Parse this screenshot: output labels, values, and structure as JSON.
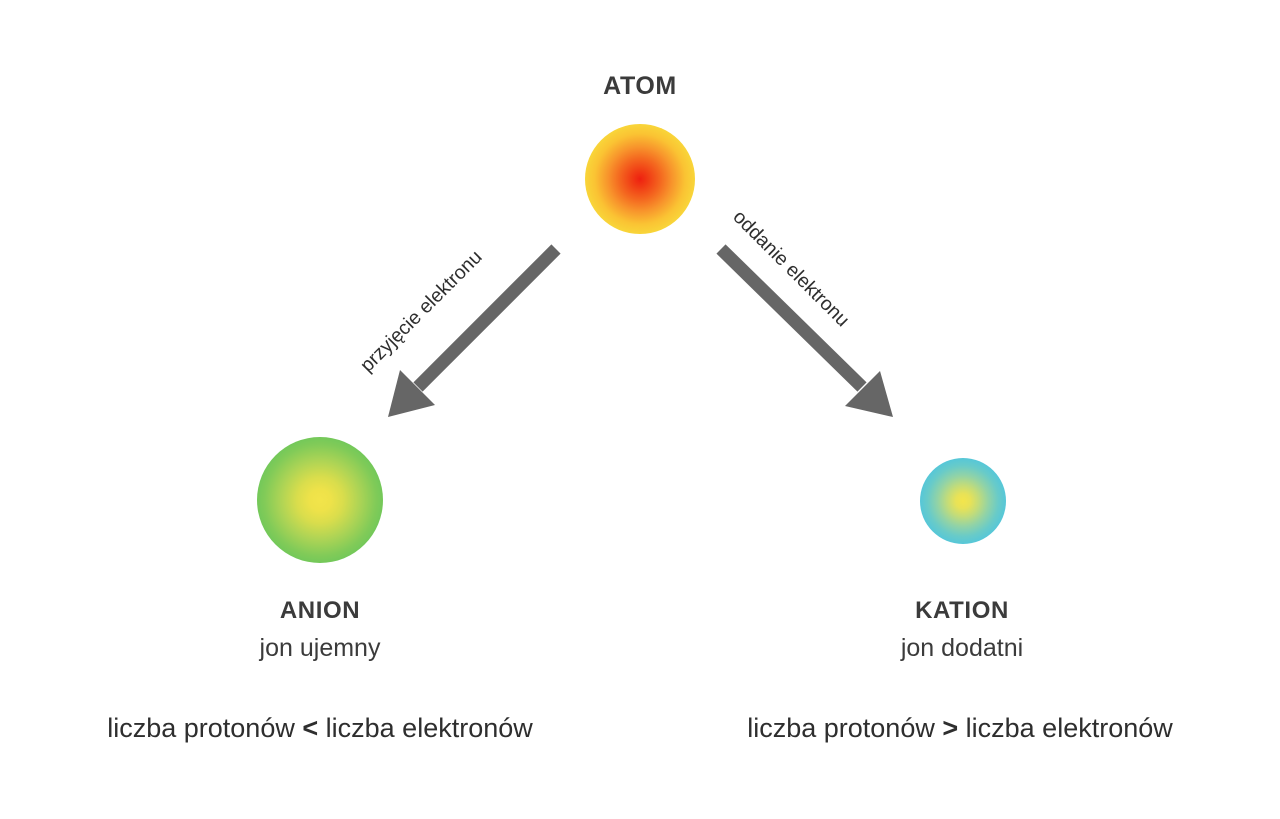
{
  "diagram": {
    "background_color": "#ffffff",
    "arrow_color": "#666666",
    "text_color": "#2e2e2e",
    "heading_color": "#3b3b3b"
  },
  "atom": {
    "title": "ATOM",
    "sphere_center_color": "#ee2010",
    "sphere_edge_color": "#f2e76a"
  },
  "arrows": {
    "left": {
      "label": "przyjęcie elektronu",
      "from": "atom",
      "to": "anion"
    },
    "right": {
      "label": "oddanie elektronu",
      "from": "atom",
      "to": "kation"
    }
  },
  "anion": {
    "title": "ANION",
    "subtitle": "jon ujemny",
    "sphere_center_color": "#f2e44a",
    "sphere_edge_color": "#56c25c",
    "relation": {
      "left_term": "liczba protonów",
      "operator": "<",
      "right_term": "liczba elektronów"
    }
  },
  "kation": {
    "title": "KATION",
    "subtitle": "jon dodatni",
    "sphere_center_color": "#f3e54c",
    "sphere_edge_color": "#42c1ec",
    "relation": {
      "left_term": "liczba protonów",
      "operator": ">",
      "right_term": "liczba elektronów"
    }
  }
}
